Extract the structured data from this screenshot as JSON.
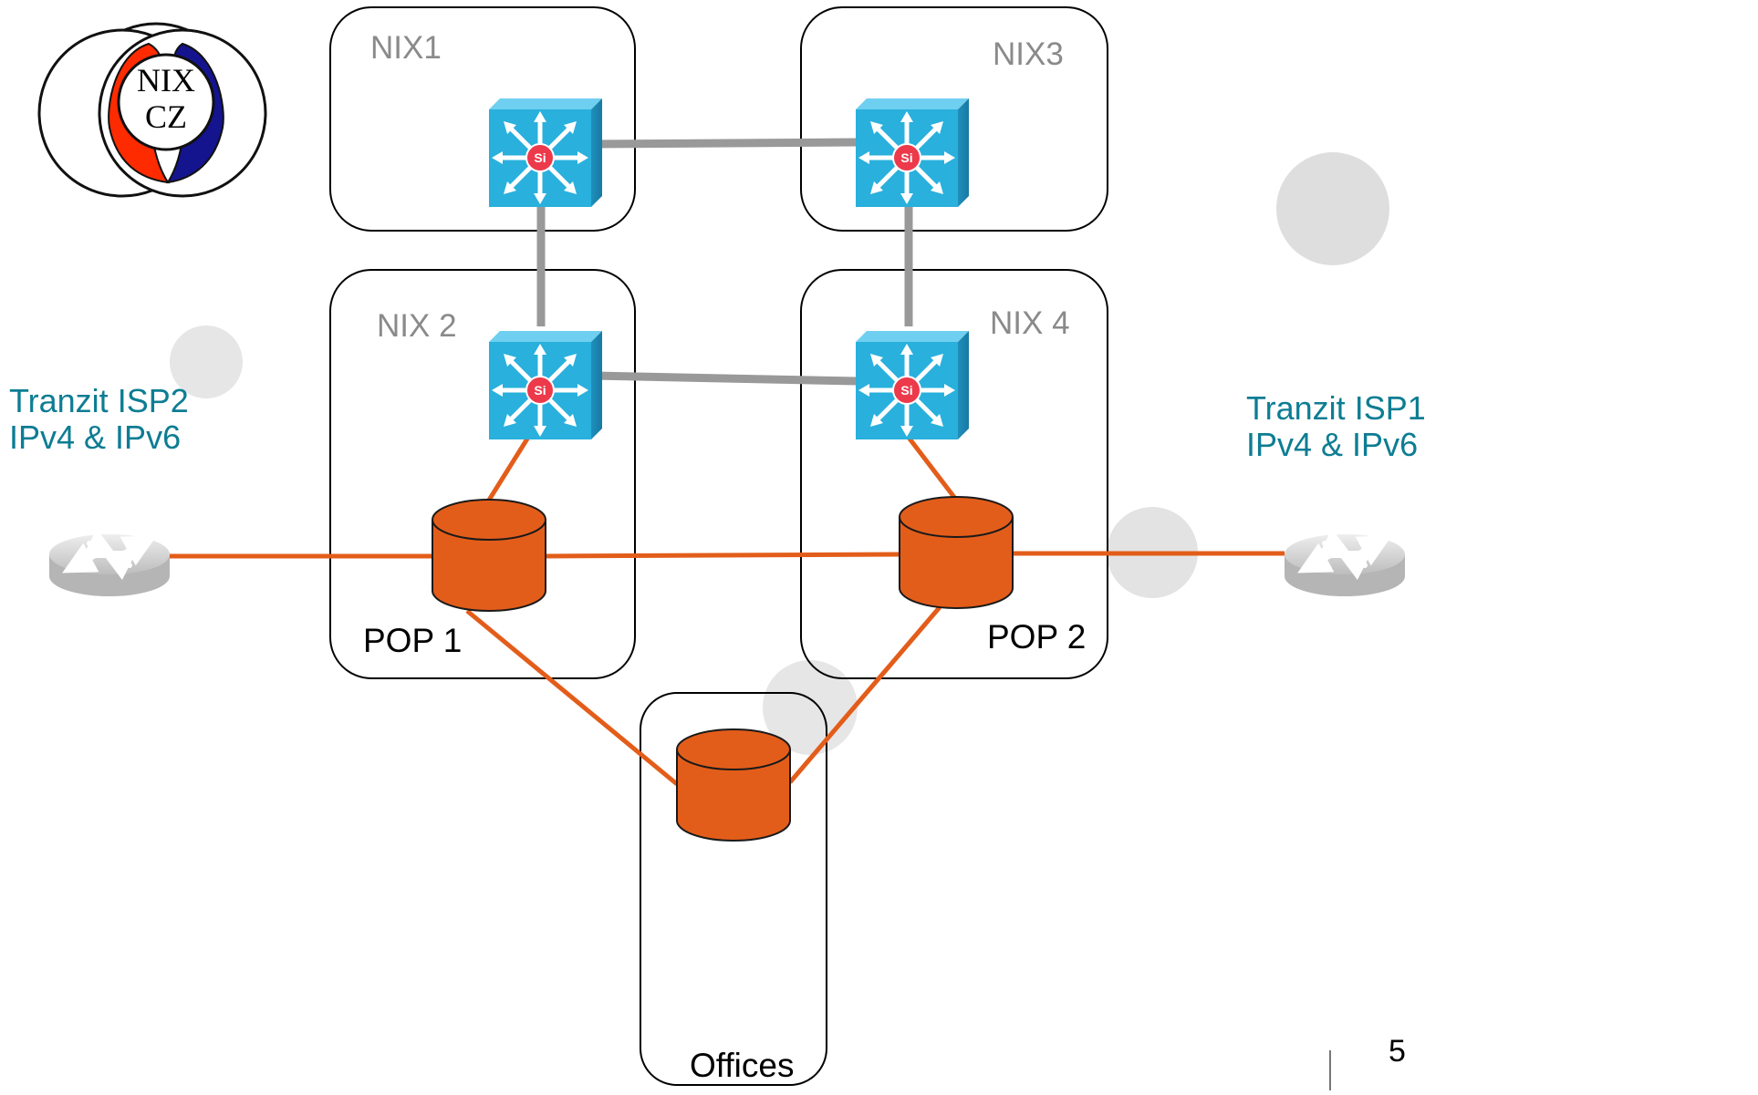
{
  "logo": {
    "line1": "NIX",
    "line2": "CZ"
  },
  "sites": {
    "nix1": "NIX1",
    "nix3": "NIX3",
    "nix2": "NIX 2",
    "nix4": "NIX 4"
  },
  "pops": {
    "pop1": "POP 1",
    "pop2": "POP 2",
    "offices": "Offices"
  },
  "switch_badge": "Si",
  "transit": {
    "isp2": {
      "name": "Tranzit ISP2",
      "proto": "IPv4 & IPv6"
    },
    "isp1": {
      "name": "Tranzit ISP1",
      "proto": "IPv4 & IPv6"
    }
  },
  "page_number": "5",
  "colors": {
    "orange_link": "#e35d1a",
    "gray_link": "#999999",
    "switch_blue": "#29b0dd",
    "transit_text": "#0d7d93",
    "site_label": "#8a8a8a",
    "logo_red": "#ff2b00",
    "logo_blue": "#14148f"
  },
  "icons": {
    "switch": "layer3-switch-icon",
    "router": "router-icon",
    "cylinder": "pop-cylinder-icon"
  }
}
